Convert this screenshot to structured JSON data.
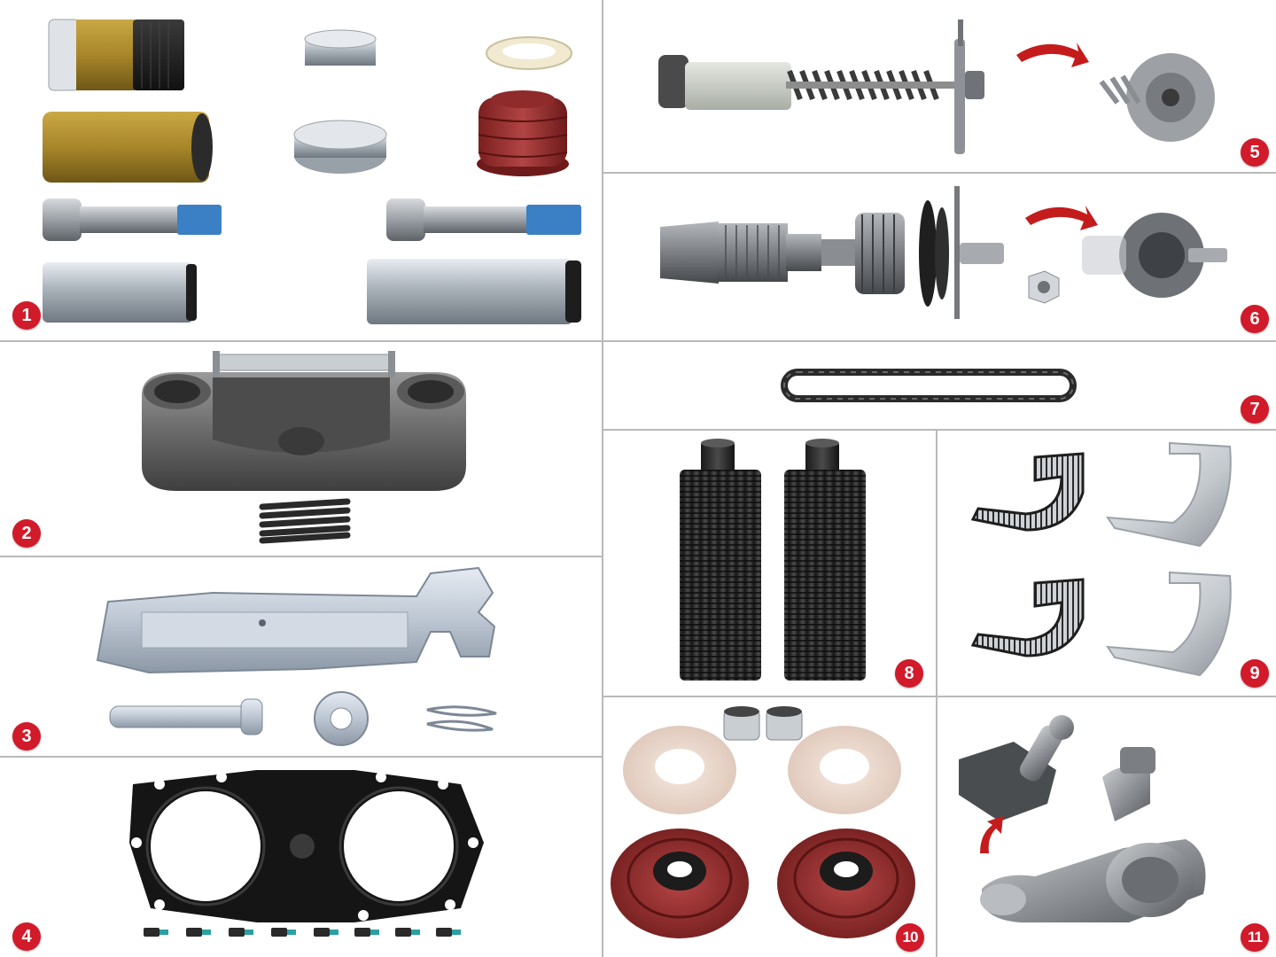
{
  "badge_color": "#d11a2a",
  "panels": [
    {
      "label": "1"
    },
    {
      "label": "2"
    },
    {
      "label": "3"
    },
    {
      "label": "4"
    },
    {
      "label": "5"
    },
    {
      "label": "6"
    },
    {
      "label": "7"
    },
    {
      "label": "8"
    },
    {
      "label": "9"
    },
    {
      "label": "10"
    },
    {
      "label": "11"
    }
  ]
}
